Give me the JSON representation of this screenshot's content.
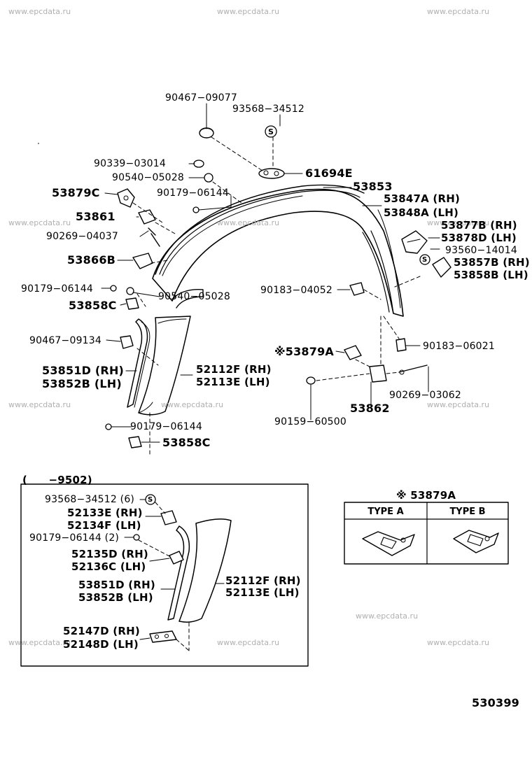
{
  "watermark": "www.epcdata.ru",
  "diagram_code": "530399",
  "main_labels": {
    "p90467_09077": "90467−09077",
    "p93568_34512": "93568−34512",
    "p90339_03014": "90339−03014",
    "p90540_05028_top": "90540−05028",
    "p61694e": "61694E",
    "p53879c": "53879C",
    "p90179_06144_top": "90179−06144",
    "p53853": "53853",
    "p53847a": "53847A (RH)",
    "p53848a": "53848A (LH)",
    "p53861": "53861",
    "p90269_04037": "90269−04037",
    "p53877b": "53877B (RH)",
    "p53878d": "53878D (LH)",
    "p93560_14014": "93560−14014",
    "p53857b": "53857B (RH)",
    "p53858b": "53858B (LH)",
    "p53866b": "53866B",
    "p90179_06144_left": "90179−06144",
    "p90540_05028_mid": "90540−05028",
    "p90183_04052": "90183−04052",
    "p53858c_top": "53858C",
    "p90467_09134": "90467−09134",
    "p90183_06021": "90183−06021",
    "p53879a": "※53879A",
    "p53851d": "53851D (RH)",
    "p53852b": "53852B (LH)",
    "p52112f": "52112F (RH)",
    "p52113e": "52113E (LH)",
    "p90269_03062": "90269−03062",
    "p53862": "53862",
    "p90159_60500": "90159−60500",
    "p90179_06144_bot": "90179−06144",
    "p53858c_bot": "53858C"
  },
  "inset": {
    "range_label": "(　　−9502)",
    "labels": {
      "p93568_34512_6": "93568−34512 (6)",
      "p52133e": "52133E (RH)",
      "p52134f": "52134F (LH)",
      "p90179_06144_2": "90179−06144 (2)",
      "p52135d": "52135D (RH)",
      "p52136c": "52136C (LH)",
      "p53851d": "53851D (RH)",
      "p53852b": "53852B (LH)",
      "p52112f": "52112F (RH)",
      "p52113e": "52113E (LH)",
      "p52147d": "52147D (RH)",
      "p52148d": "52148D (LH)"
    }
  },
  "type_table": {
    "title": "※ 53879A",
    "col_a": "TYPE A",
    "col_b": "TYPE B"
  },
  "washer_symbol": "S"
}
